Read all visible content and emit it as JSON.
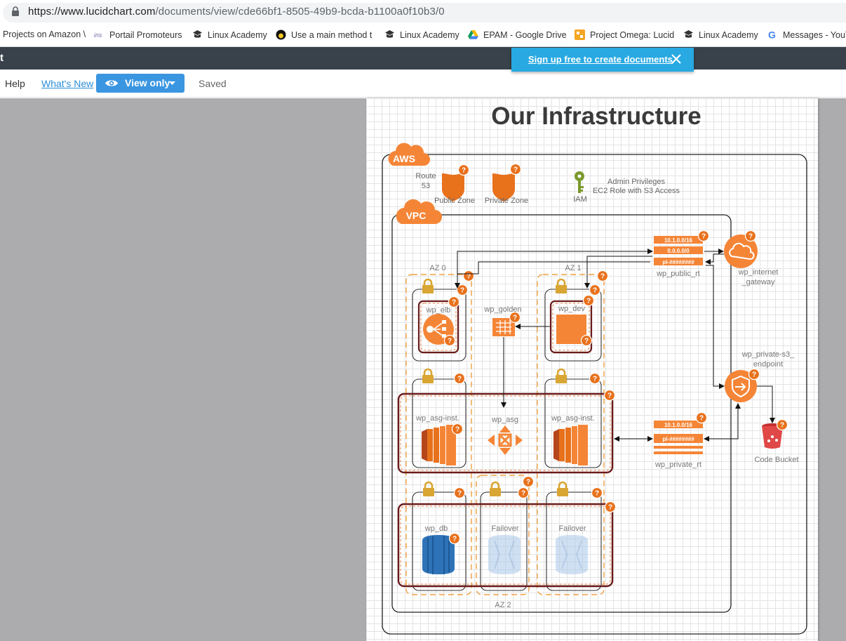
{
  "browser": {
    "url_domain": "https://www.lucidchart.com",
    "url_path": "/documents/view/cde66bf1-8505-49b9-bcda-b1100a0f10b3/0",
    "bookmarks": [
      {
        "label": "Projects on Amazon \\",
        "icon": "page-icon"
      },
      {
        "label": "Portail Promoteurs",
        "icon": "ins-logo-icon"
      },
      {
        "label": "Linux Academy",
        "icon": "linux-academy-icon"
      },
      {
        "label": "Use a main method t",
        "icon": "penguin-icon"
      },
      {
        "label": "Linux Academy",
        "icon": "linux-academy-icon"
      },
      {
        "label": "EPAM - Google Drive",
        "icon": "google-drive-icon"
      },
      {
        "label": "Project Omega: Lucid",
        "icon": "lucid-icon"
      },
      {
        "label": "Linux Academy",
        "icon": "linux-academy-icon"
      },
      {
        "label": "Messages - YouTu",
        "icon": "google-icon"
      }
    ]
  },
  "app": {
    "title_fragment": "t",
    "signup_banner": "Sign up free to create documents",
    "toolbar": {
      "help": "Help",
      "whats_new": "What's New",
      "view_only": "View only",
      "saved": "Saved"
    },
    "accent_color": "#3b96e1"
  },
  "diagram": {
    "title": "Our Infrastructure",
    "aws_badge": "AWS",
    "vpc_badge": "VPC",
    "route53": {
      "line1": "Route",
      "line2": "53"
    },
    "public_zone": "Public Zone",
    "private_zone": "Private Zone",
    "iam_label": "IAM",
    "iam_note1": "Admin Privileges",
    "iam_note2": "EC2 Role with S3 Access",
    "az0": "AZ 0",
    "az1": "AZ 1",
    "az2": "AZ 2",
    "wp_elb": "wp_elb",
    "wp_golden": "wp_golden",
    "wp_dev": "wp_dev",
    "wp_asg": "wp_asg",
    "wp_asg_inst_left": "wp_asg-inst.",
    "wp_asg_inst_right": "wp_asg-inst.",
    "wp_db": "wp_db",
    "failover_1": "Failover",
    "failover_2": "Failover",
    "public_rt": {
      "routes": [
        "10.1.0.0/16",
        "0.0.0.0/0",
        "pl-########"
      ],
      "label": "wp_public_rt"
    },
    "private_rt": {
      "routes": [
        "10.1.0.0/16",
        "pl-########"
      ],
      "label": "wp_private_rt"
    },
    "igw": {
      "line1": "wp_internet",
      "line2": "_gateway"
    },
    "s3_endpoint": {
      "line1": "wp_private-s3_",
      "line2": "endpoint"
    },
    "code_bucket": "Code Bucket",
    "help_badge": "?",
    "colors": {
      "aws_orange": "#f58536",
      "rds_blue": "#2e73b8",
      "lock_gold": "#d9a633",
      "dark_red": "#6b1b1b"
    }
  }
}
